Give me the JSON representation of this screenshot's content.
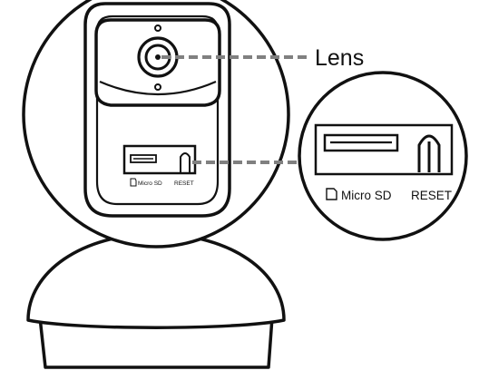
{
  "callouts": {
    "lens": "Lens"
  },
  "panel": {
    "micro_sd_label": "Micro SD",
    "reset_label": "RESET"
  },
  "zoom": {
    "micro_sd_label": "Micro SD",
    "reset_label": "RESET"
  },
  "icons": {
    "sd_card": "sd-card-icon"
  }
}
